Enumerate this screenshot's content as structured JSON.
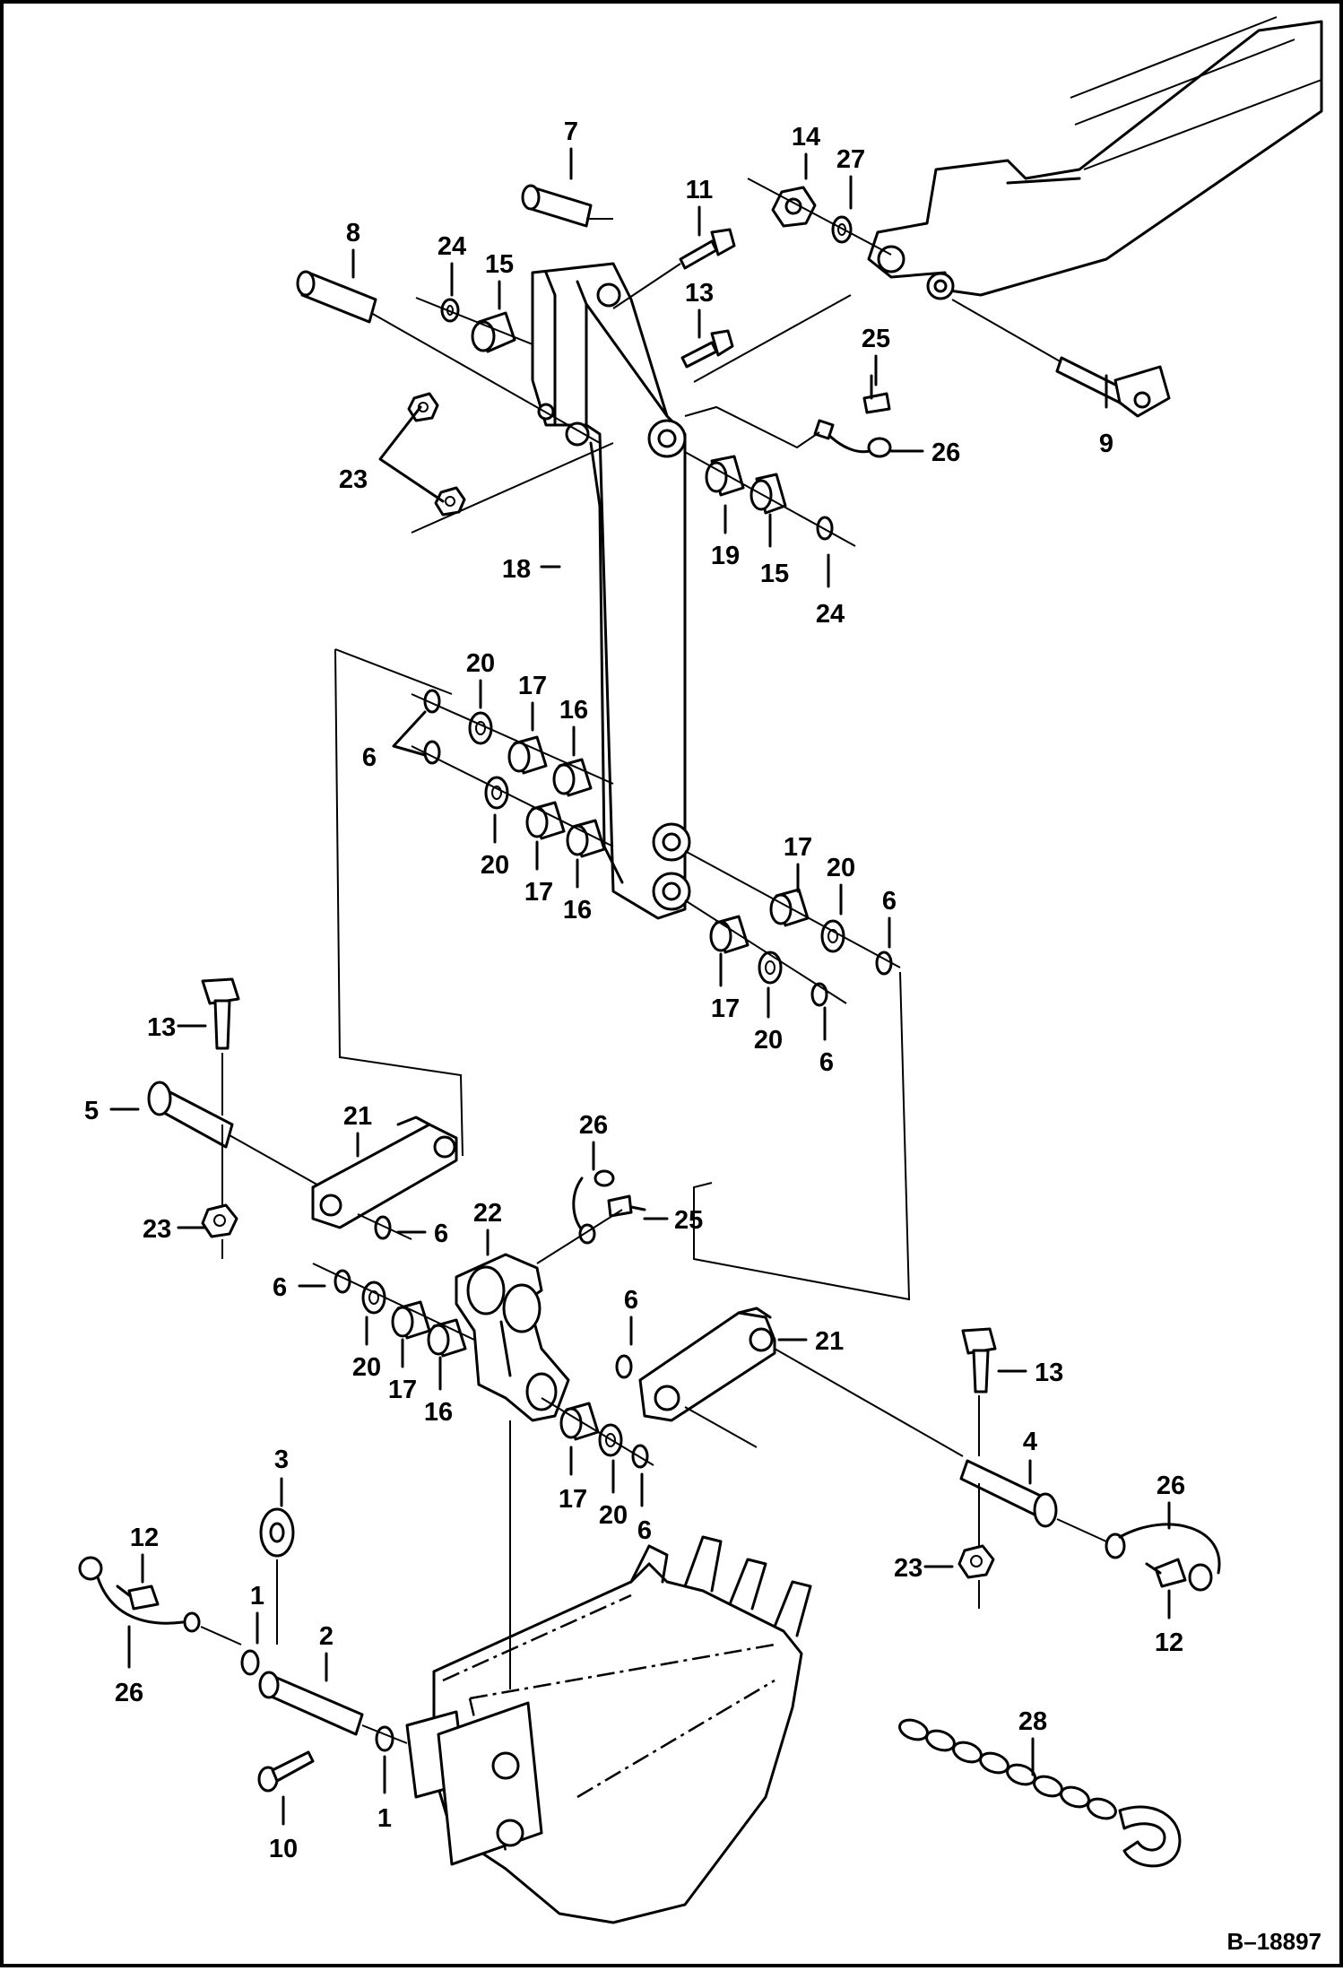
{
  "figure": {
    "reference": "B–18897"
  },
  "callouts": [
    {
      "id": "c7",
      "text": "7"
    },
    {
      "id": "c14",
      "text": "14"
    },
    {
      "id": "c27",
      "text": "27"
    },
    {
      "id": "c11",
      "text": "11"
    },
    {
      "id": "c8",
      "text": "8"
    },
    {
      "id": "c24a",
      "text": "24"
    },
    {
      "id": "c15a",
      "text": "15"
    },
    {
      "id": "c13a",
      "text": "13"
    },
    {
      "id": "c25a",
      "text": "25"
    },
    {
      "id": "c9",
      "text": "9"
    },
    {
      "id": "c26a",
      "text": "26"
    },
    {
      "id": "c23a",
      "text": "23"
    },
    {
      "id": "c19",
      "text": "19"
    },
    {
      "id": "c15b",
      "text": "15"
    },
    {
      "id": "c24b",
      "text": "24"
    },
    {
      "id": "c18",
      "text": "18"
    },
    {
      "id": "c20a",
      "text": "20"
    },
    {
      "id": "c17a",
      "text": "17"
    },
    {
      "id": "c16a",
      "text": "16"
    },
    {
      "id": "c6a",
      "text": "6"
    },
    {
      "id": "c20b",
      "text": "20"
    },
    {
      "id": "c17b",
      "text": "17"
    },
    {
      "id": "c16b",
      "text": "16"
    },
    {
      "id": "c17c",
      "text": "17"
    },
    {
      "id": "c20c",
      "text": "20"
    },
    {
      "id": "c6b",
      "text": "6"
    },
    {
      "id": "c17d",
      "text": "17"
    },
    {
      "id": "c20d",
      "text": "20"
    },
    {
      "id": "c6c",
      "text": "6"
    },
    {
      "id": "c13b",
      "text": "13"
    },
    {
      "id": "c5",
      "text": "5"
    },
    {
      "id": "c21a",
      "text": "21"
    },
    {
      "id": "c23b",
      "text": "23"
    },
    {
      "id": "c6d",
      "text": "6"
    },
    {
      "id": "c26b",
      "text": "26"
    },
    {
      "id": "c22",
      "text": "22"
    },
    {
      "id": "c25b",
      "text": "25"
    },
    {
      "id": "c6e",
      "text": "6"
    },
    {
      "id": "c20e",
      "text": "20"
    },
    {
      "id": "c17e",
      "text": "17"
    },
    {
      "id": "c16c",
      "text": "16"
    },
    {
      "id": "c6f",
      "text": "6"
    },
    {
      "id": "c21b",
      "text": "21"
    },
    {
      "id": "c13c",
      "text": "13"
    },
    {
      "id": "c4",
      "text": "4"
    },
    {
      "id": "c26c",
      "text": "26"
    },
    {
      "id": "c23c",
      "text": "23"
    },
    {
      "id": "c12a",
      "text": "12"
    },
    {
      "id": "c17f",
      "text": "17"
    },
    {
      "id": "c20f",
      "text": "20"
    },
    {
      "id": "c6g",
      "text": "6"
    },
    {
      "id": "c3",
      "text": "3"
    },
    {
      "id": "c12b",
      "text": "12"
    },
    {
      "id": "c1a",
      "text": "1"
    },
    {
      "id": "c2",
      "text": "2"
    },
    {
      "id": "c26d",
      "text": "26"
    },
    {
      "id": "c1b",
      "text": "1"
    },
    {
      "id": "c10",
      "text": "10"
    },
    {
      "id": "c28",
      "text": "28"
    }
  ]
}
